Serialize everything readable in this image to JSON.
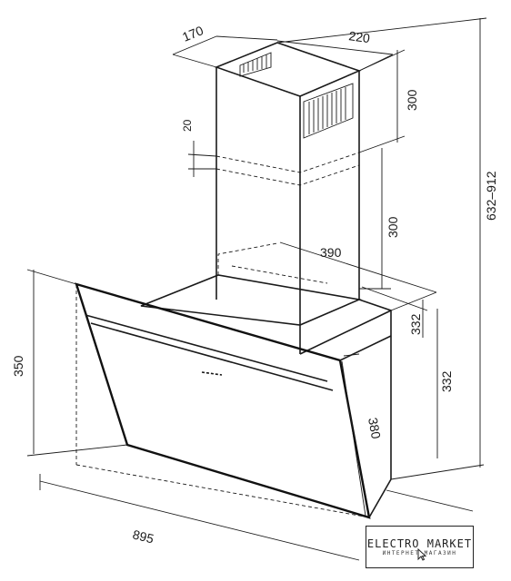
{
  "dimensions": {
    "chimney_depth": "170",
    "chimney_width": "220",
    "chimney_upper_height": "300",
    "chimney_overlap": "20",
    "chimney_lower_height": "300",
    "chimney_total_height": "632–912",
    "body_depth": "390",
    "body_height_front": "332",
    "body_height_side": "332",
    "hood_height": "350",
    "glass_length": "380",
    "hood_width": "895"
  },
  "logo": {
    "name": "ELECTRO MARKET",
    "subtitle": "ИНТЕРНЕТ-МАГАЗИН"
  }
}
